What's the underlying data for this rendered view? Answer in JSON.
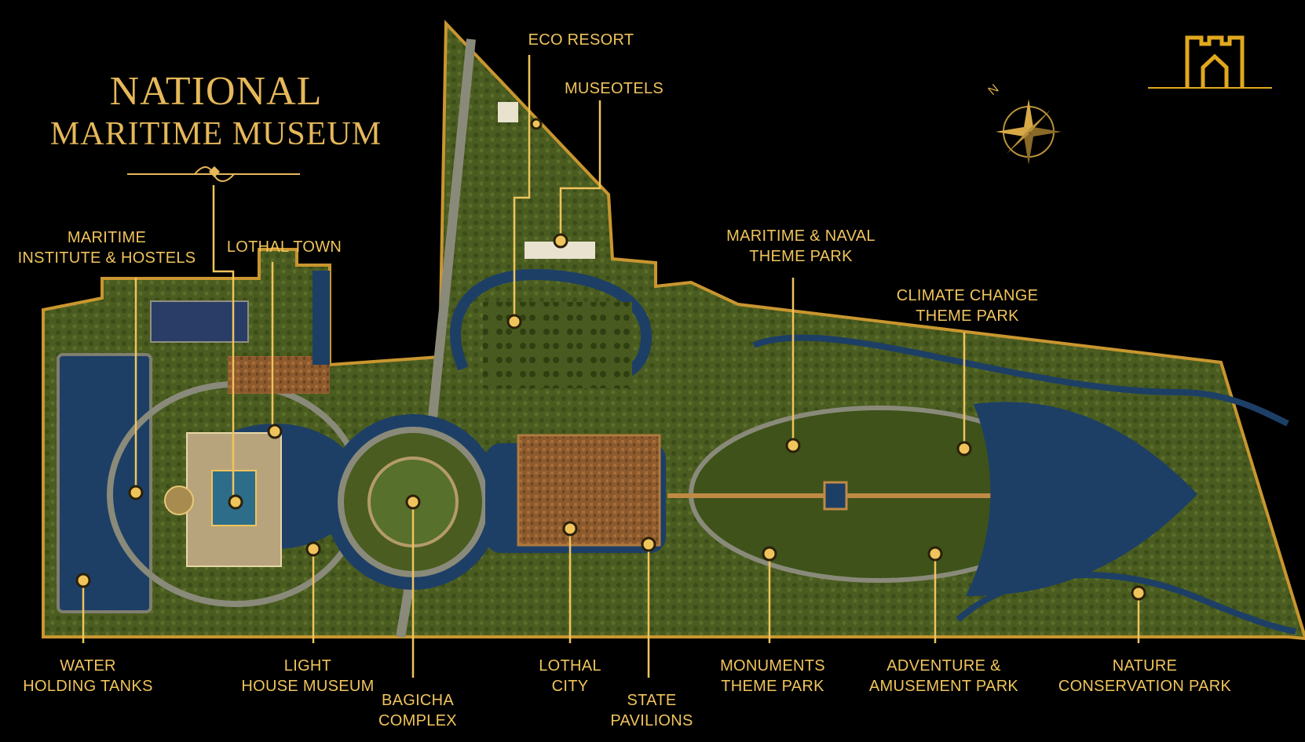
{
  "title": {
    "line1": "NATIONAL",
    "line2": "MARITIME MUSEUM"
  },
  "compass": {
    "north": "N"
  },
  "logo": {
    "icon": "gold-fortress-logo"
  },
  "colors": {
    "background": "#000000",
    "gold": "#f0c45c",
    "boundary": "#c9962f",
    "grass": "#4d5f22",
    "water": "#1d3f66",
    "roads": "#8a8a7a",
    "buildings": "#8b5a30"
  },
  "labels": {
    "eco_resort": [
      "ECO RESORT"
    ],
    "museotels": [
      "MUSEOTELS"
    ],
    "maritime_institute": [
      "MARITIME",
      "INSTITUTE & HOSTELS"
    ],
    "lothal_town": [
      "LOTHAL TOWN"
    ],
    "maritime_naval_park": [
      "MARITIME & NAVAL",
      "THEME PARK"
    ],
    "climate_change_park": [
      "CLIMATE CHANGE",
      "THEME PARK"
    ],
    "water_tanks": [
      "WATER",
      "HOLDING TANKS"
    ],
    "light_house": [
      "LIGHT",
      "HOUSE MUSEUM"
    ],
    "bagicha": [
      "BAGICHA",
      "COMPLEX"
    ],
    "lothal_city": [
      "LOTHAL",
      "CITY"
    ],
    "state_pavilions": [
      "STATE",
      "PAVILIONS"
    ],
    "monuments_park": [
      "MONUMENTS",
      "THEME PARK"
    ],
    "adventure_park": [
      "ADVENTURE &",
      "AMUSEMENT PARK"
    ],
    "nature_park": [
      "NATURE",
      "CONSERVATION PARK"
    ]
  }
}
